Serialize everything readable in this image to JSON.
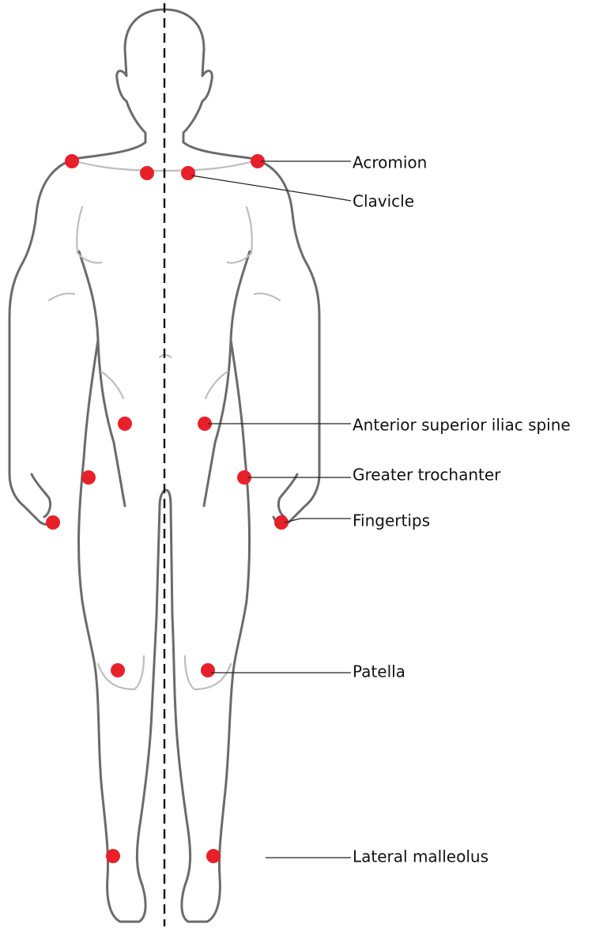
{
  "diagram": {
    "marker_color": "#e8202a",
    "outline_color": "#6b6b6b",
    "midline_style": "dashed",
    "landmarks": [
      {
        "id": "acromion",
        "label": "Acromion"
      },
      {
        "id": "clavicle",
        "label": "Clavicle"
      },
      {
        "id": "asis",
        "label": "Anterior superior iliac spine"
      },
      {
        "id": "greater-trochanter",
        "label": "Greater trochanter"
      },
      {
        "id": "fingertips",
        "label": "Fingertips"
      },
      {
        "id": "patella",
        "label": "Patella"
      },
      {
        "id": "lateral-malleolus",
        "label": "Lateral malleolus"
      }
    ]
  }
}
